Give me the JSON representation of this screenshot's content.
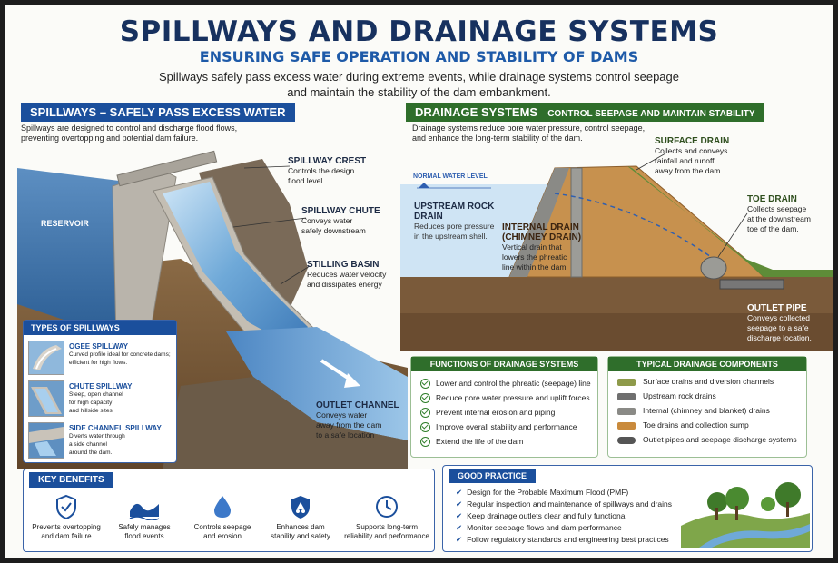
{
  "header": {
    "title": "SPILLWAYS AND DRAINAGE SYSTEMS",
    "subtitle": "ENSURING SAFE OPERATION AND STABILITY OF DAMS",
    "intro_line1": "Spillways safely pass excess water during extreme events, while drainage systems control seepage",
    "intro_line2": "and maintain the stability of the dam embankment."
  },
  "spillways": {
    "heading": "SPILLWAYS – SAFELY PASS EXCESS WATER",
    "desc_line1": "Spillways are designed to control and discharge flood flows,",
    "desc_line2": "preventing overtopping and potential dam failure.",
    "reservoir_label": "RESERVOIR",
    "callouts": [
      {
        "title": "SPILLWAY CREST",
        "l1": "Controls the design",
        "l2": "flood level",
        "l3": ""
      },
      {
        "title": "SPILLWAY CHUTE",
        "l1": "Conveys water",
        "l2": "safely downstream",
        "l3": ""
      },
      {
        "title": "STILLING BASIN",
        "l1": "Reduces water velocity",
        "l2": "and dissipates energy",
        "l3": ""
      },
      {
        "title": "OUTLET CHANNEL",
        "l1": "Conveys water",
        "l2": "away from the dam",
        "l3": "to a safe location"
      }
    ],
    "types_heading": "TYPES OF SPILLWAYS",
    "types": [
      {
        "title": "OGEE SPILLWAY",
        "l1": "Curved profile ideal for concrete dams;",
        "l2": "efficient for high flows.",
        "l3": ""
      },
      {
        "title": "CHUTE SPILLWAY",
        "l1": "Steep, open channel",
        "l2": "for high capacity",
        "l3": "and hillside sites."
      },
      {
        "title": "SIDE CHANNEL SPILLWAY",
        "l1": "Diverts water through",
        "l2": "a side channel",
        "l3": "around the dam."
      }
    ]
  },
  "drainage": {
    "heading_main": "DRAINAGE SYSTEMS",
    "heading_sub": " – CONTROL SEEPAGE AND MAINTAIN STABILITY",
    "desc_line1": "Drainage systems reduce pore water pressure, control seepage,",
    "desc_line2": "and enhance the long-term stability of the dam.",
    "normal_water_level": "NORMAL WATER LEVEL",
    "callouts": [
      {
        "title": "SURFACE DRAIN",
        "l1": "Collects and conveys",
        "l2": "rainfall and runoff",
        "l3": "away from the dam."
      },
      {
        "title": "UPSTREAM ROCK",
        "title2": "DRAIN",
        "l1": "Reduces pore pressure",
        "l2": "in the upstream shell.",
        "l3": ""
      },
      {
        "title": "INTERNAL DRAIN",
        "title2": "(CHIMNEY DRAIN)",
        "l1": "Vertical drain that",
        "l2": "lowers the phreatic",
        "l3": "line within the dam."
      },
      {
        "title": "TOE DRAIN",
        "l1": "Collects seepage",
        "l2": "at the downstream",
        "l3": "toe of the dam."
      },
      {
        "title": "OUTLET PIPE",
        "l1": "Conveys collected",
        "l2": "seepage to a safe",
        "l3": "discharge location."
      }
    ]
  },
  "functions": {
    "heading": "FUNCTIONS OF DRAINAGE SYSTEMS",
    "items": [
      "Lower and control the phreatic (seepage) line",
      "Reduce pore water pressure and uplift forces",
      "Prevent internal erosion and piping",
      "Improve overall stability and performance",
      "Extend the life of the dam"
    ]
  },
  "components": {
    "heading": "TYPICAL DRAINAGE COMPONENTS",
    "items": [
      {
        "label": "Surface drains and diversion channels",
        "color": "#8e9a4a"
      },
      {
        "label": "Upstream rock drains",
        "color": "#6f6f6f"
      },
      {
        "label": "Internal (chimney and blanket) drains",
        "color": "#8a8a86"
      },
      {
        "label": "Toe drains and collection sump",
        "color": "#c98a3c"
      },
      {
        "label": "Outlet pipes and seepage discharge systems",
        "color": "#555555"
      }
    ]
  },
  "benefits": {
    "heading": "KEY BENEFITS",
    "items": [
      {
        "icon": "shield-check-icon",
        "l1": "Prevents overtopping",
        "l2": "and dam failure"
      },
      {
        "icon": "wave-icon",
        "l1": "Safely manages",
        "l2": "flood events"
      },
      {
        "icon": "water-drop-icon",
        "l1": "Controls seepage",
        "l2": "and erosion"
      },
      {
        "icon": "shield-structure-icon",
        "l1": "Enhances dam",
        "l2": "stability and safety"
      },
      {
        "icon": "clock-icon",
        "l1": "Supports long-term",
        "l2": "reliability and performance"
      }
    ]
  },
  "good_practice": {
    "heading": "GOOD PRACTICE",
    "items": [
      "Design for the Probable Maximum Flood (PMF)",
      "Regular inspection and maintenance of spillways and drains",
      "Keep drainage outlets clear and fully functional",
      "Monitor seepage flows and dam performance",
      "Follow regulatory standards and engineering best practices"
    ]
  },
  "colors": {
    "title": "#17315f",
    "accent_blue": "#1b4f9c",
    "accent_green": "#2f6e2b"
  }
}
